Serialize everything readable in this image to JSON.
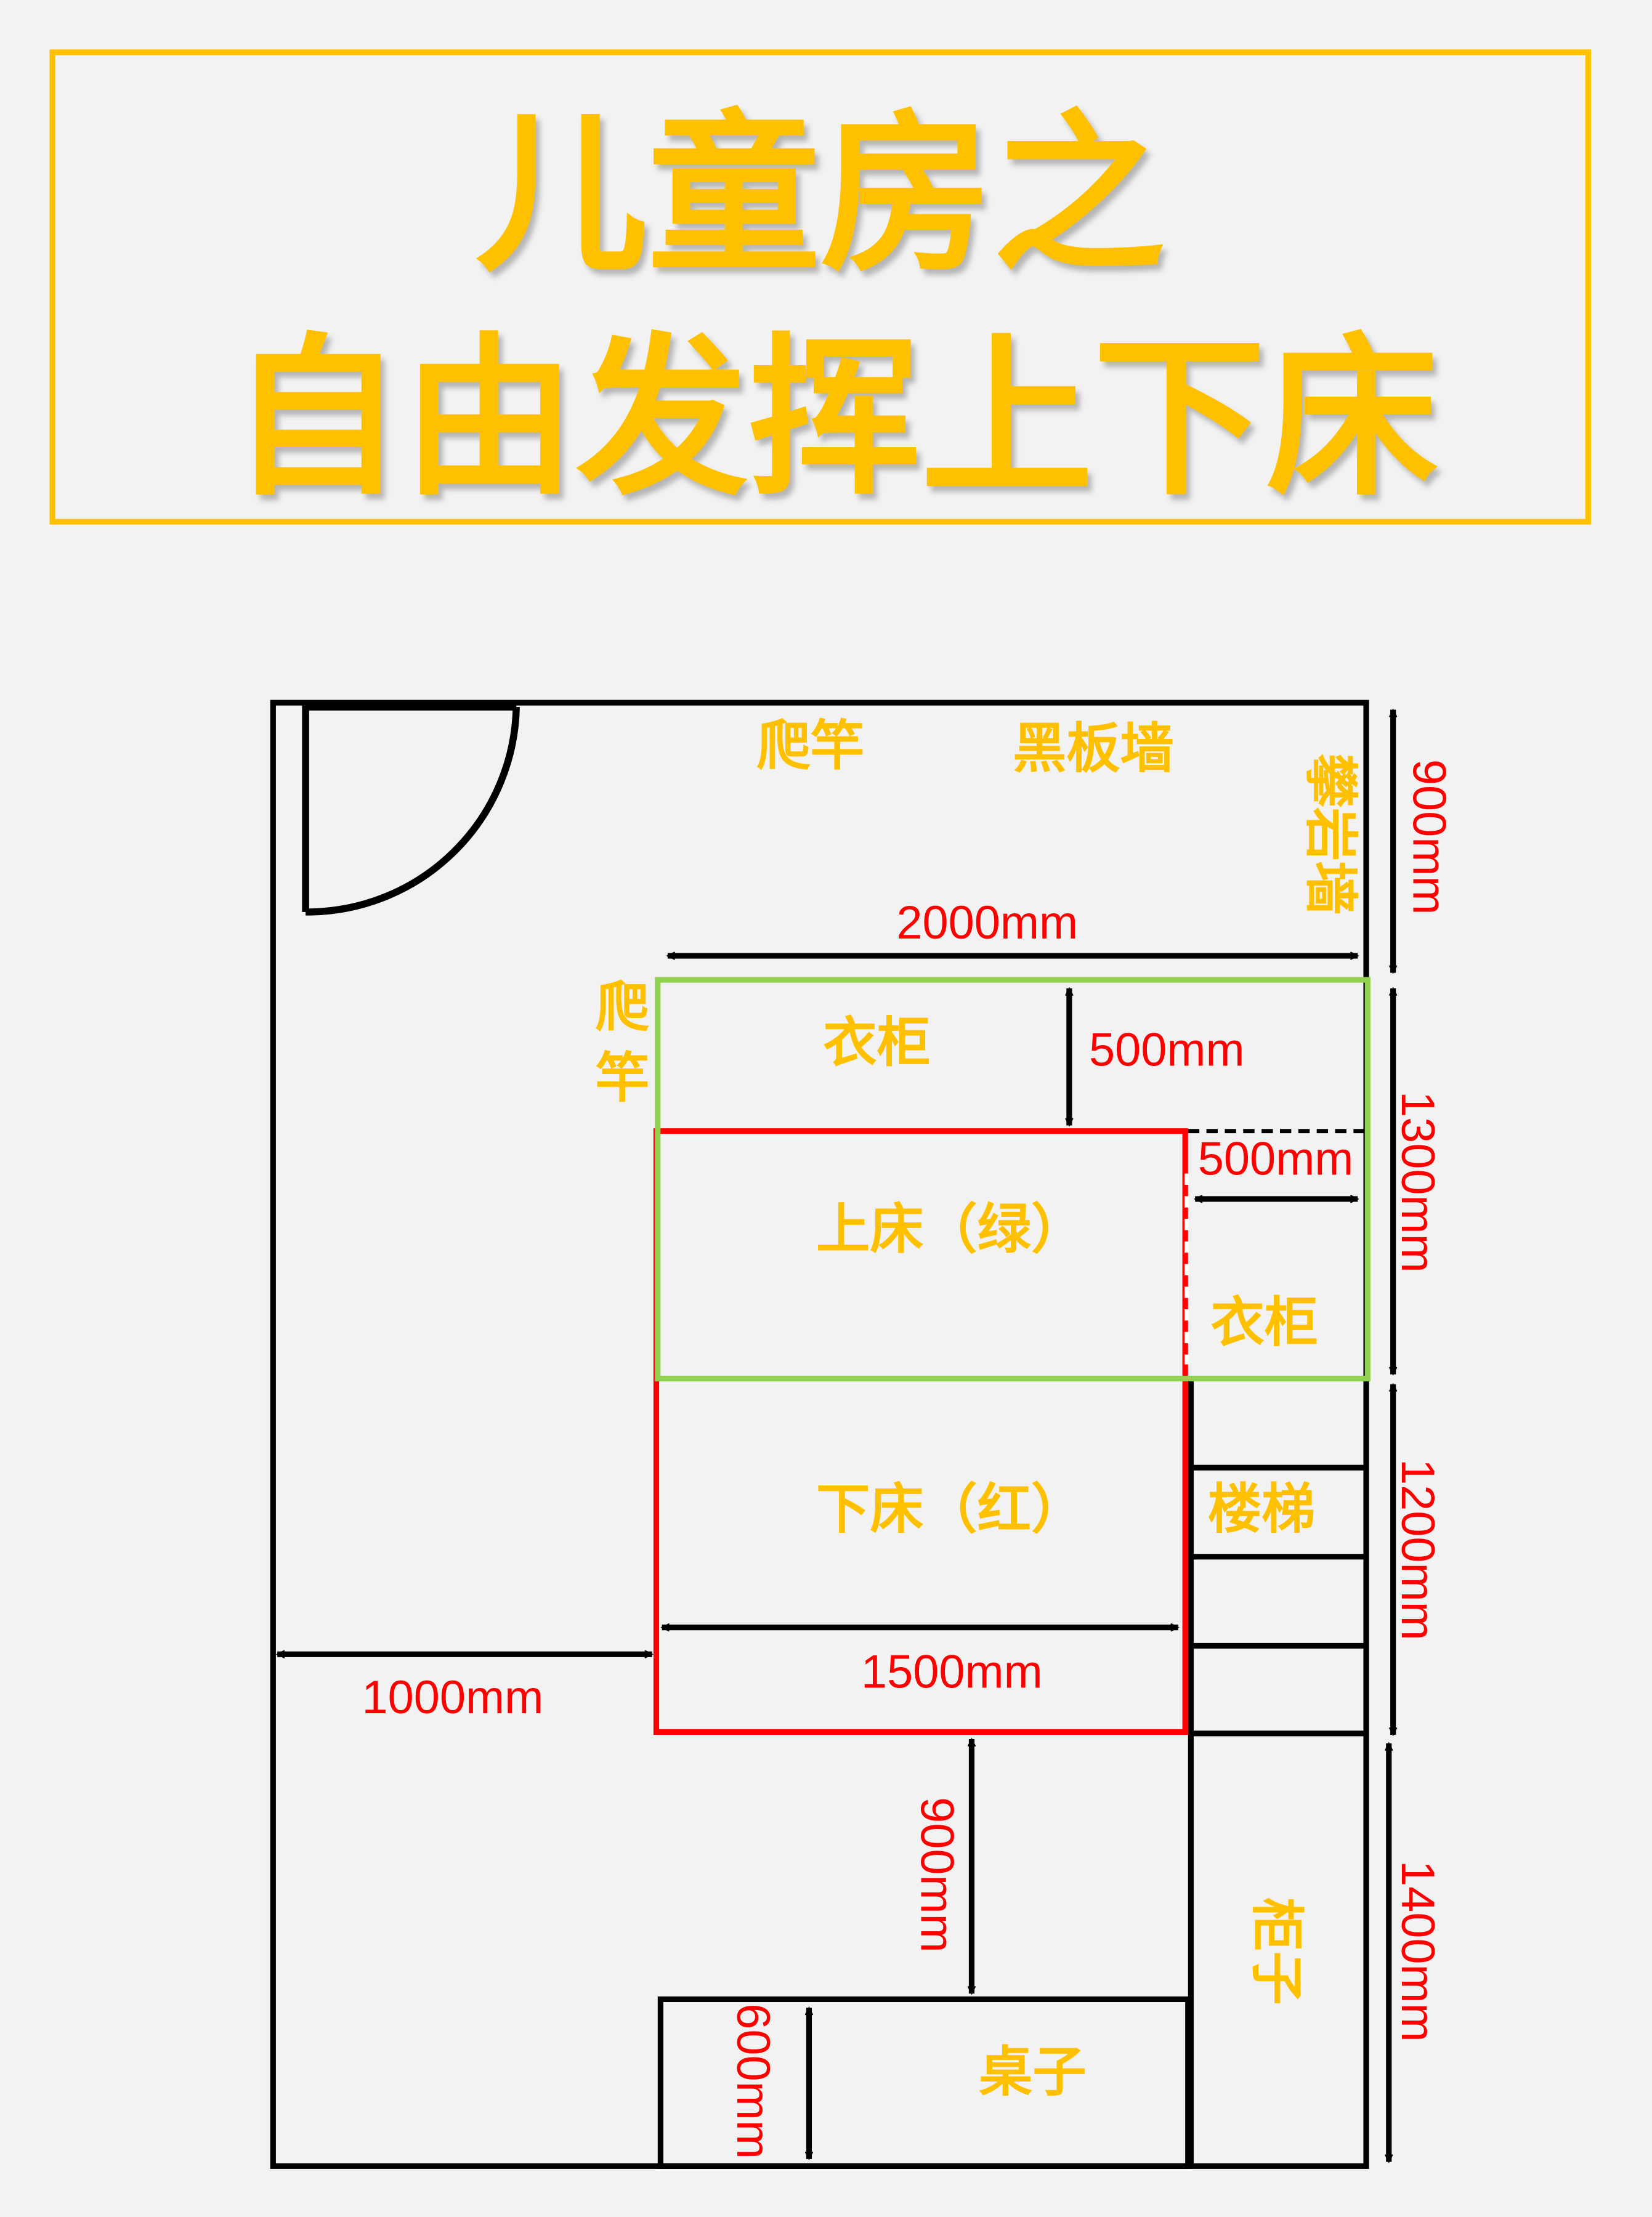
{
  "title": {
    "line1": "儿童房之",
    "line2": "自由发挥上下床"
  },
  "colors": {
    "title": "#FFC000",
    "dimension": "#FF0000",
    "upper_bed": "#92D050",
    "lower_bed": "#FF0000",
    "background": "#F2F2F2"
  },
  "labels": {
    "climbing_pole_top": "爬竿",
    "blackboard_wall": "黑板墙",
    "climbing_wall": "攀岩墙",
    "climbing_pole_left_1": "爬",
    "climbing_pole_left_2": "竿",
    "wardrobe_top": "衣柜",
    "upper_bed": "上床（绿）",
    "wardrobe_side": "衣柜",
    "lower_bed": "下床（红）",
    "stairs": "楼梯",
    "cabinet": "柜子",
    "desk": "桌子"
  },
  "dimensions": {
    "right_top": "900mm",
    "upper_bed_length": "2000mm",
    "wardrobe_depth": "500mm",
    "side_wardrobe_width": "500mm",
    "right_1300": "1300mm",
    "right_1200": "1200mm",
    "right_1400": "1400mm",
    "lower_bed_width": "1500mm",
    "left_gap": "1000mm",
    "bed_to_desk": "900mm",
    "desk_depth": "600mm"
  }
}
